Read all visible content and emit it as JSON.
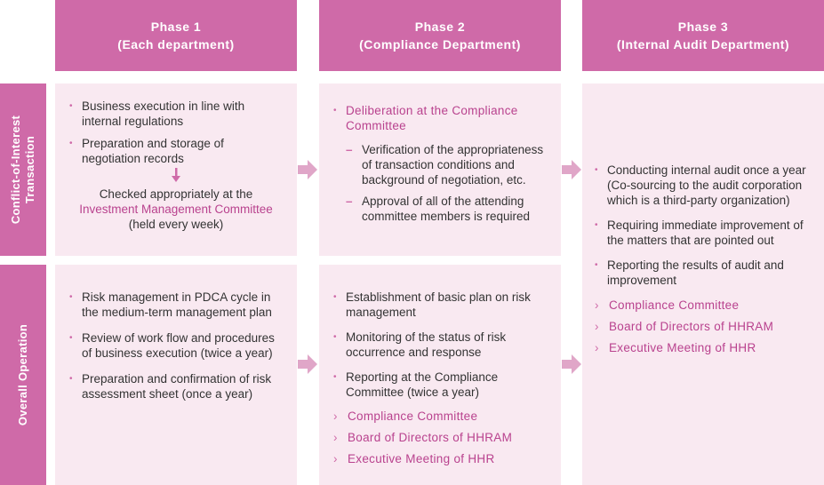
{
  "headers": [
    {
      "phase": "Phase 1",
      "dept": "(Each department)"
    },
    {
      "phase": "Phase 2",
      "dept": "(Compliance Department)"
    },
    {
      "phase": "Phase 3",
      "dept": "(Internal Audit Department)"
    }
  ],
  "rows": [
    {
      "label_line1": "Conflict-of-Interest",
      "label_line2": "Transaction"
    },
    {
      "label_line1": "Overall Operation"
    }
  ],
  "coi": {
    "p1": {
      "bullets": [
        "Business execution in line with internal regulations",
        "Preparation and storage of negotiation records"
      ],
      "check_line1": "Checked appropriately at the",
      "check_committee": "Investment Management Committee",
      "check_line3": "(held every week)"
    },
    "p2": {
      "title": "Deliberation at the Compliance Committee",
      "dashes": [
        "Verification of the appropriateness of transaction conditions and background of negotiation, etc.",
        "Approval of all of the attending committee members is required"
      ]
    }
  },
  "overall": {
    "p1": {
      "bullets": [
        "Risk management in PDCA cycle in the medium-term management plan",
        "Review of work flow and procedures of business execution (twice a year)",
        "Preparation and confirmation of risk assessment sheet (once a year)"
      ]
    },
    "p2": {
      "bullets": [
        "Establishment of basic plan on risk management",
        "Monitoring of the status of risk occurrence and response",
        "Reporting at the Compliance Committee (twice a year)"
      ],
      "subs": [
        "Compliance Committee",
        "Board of Directors of HHRAM",
        "Executive Meeting of HHR"
      ]
    }
  },
  "p3": {
    "bullets": [
      "Conducting internal audit once a year (Co-sourcing to the audit corporation which is a third-party organization)",
      "Requiring immediate improvement of the matters that are pointed out",
      "Reporting the results of audit and improvement"
    ],
    "subs": [
      "Compliance Committee",
      "Board of Directors of HHRAM",
      "Executive Meeting of HHR"
    ]
  },
  "colors": {
    "header": "#cf6aa8",
    "cell": "#f9e9f1",
    "accent_text": "#b9428e",
    "arrow": "#e0a6c8"
  }
}
